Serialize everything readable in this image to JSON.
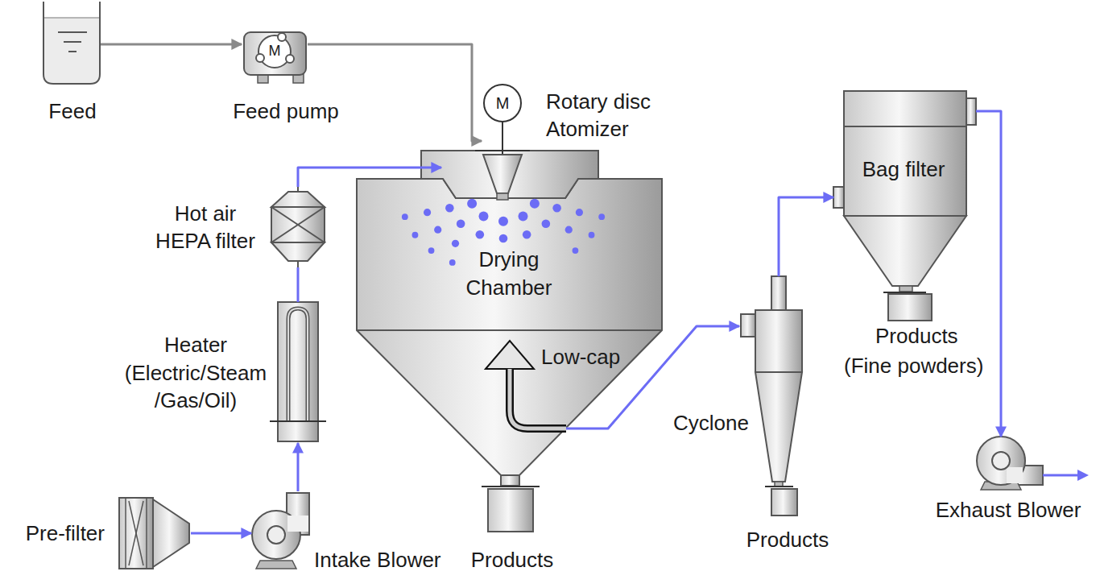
{
  "diagram": {
    "nodes": [
      {
        "text": [
          "Feed"
        ]
      },
      {
        "text": [
          "M",
          "Feed pump"
        ]
      },
      {
        "text": [
          "M",
          "Rotary disc Atomizer"
        ]
      },
      {
        "text": [
          "Bag filter"
        ]
      },
      {
        "text": [
          "Hot air HEPA filter"
        ]
      },
      {
        "text": [
          "Drying Chamber"
        ]
      },
      {
        "text": [
          "Low-cap"
        ],
        "in": 5
      },
      {
        "text": [
          "Heater (Electric/Steam /Gas/Oil)"
        ]
      },
      {
        "text": [
          "Cyclone"
        ]
      },
      {
        "text": [
          "Products (Fine powders)"
        ]
      },
      {
        "text": [
          "Exhaust Blower"
        ]
      },
      {
        "text": [
          "Pre-filter"
        ]
      },
      {
        "text": [
          "Intake Blower"
        ]
      },
      {
        "text": [
          "Products"
        ]
      },
      {
        "text": [
          "Products"
        ]
      }
    ],
    "edges": [
      {
        "from": 0,
        "to": 1,
        "arrow": "to"
      },
      {
        "from": 1,
        "to": 2,
        "arrow": "to"
      },
      {
        "from": 11,
        "to": 12,
        "arrow": "to"
      },
      {
        "from": 12,
        "to": 7,
        "arrow": "to"
      },
      {
        "from": 7,
        "to": 4,
        "arrow": "none"
      },
      {
        "from": 4,
        "to": 5,
        "arrow": "to"
      },
      {
        "from": 6,
        "to": 8,
        "arrow": "to"
      },
      {
        "from": 8,
        "to": 3,
        "arrow": "to"
      },
      {
        "from": 3,
        "to": 10,
        "arrow": "to"
      }
    ]
  }
}
